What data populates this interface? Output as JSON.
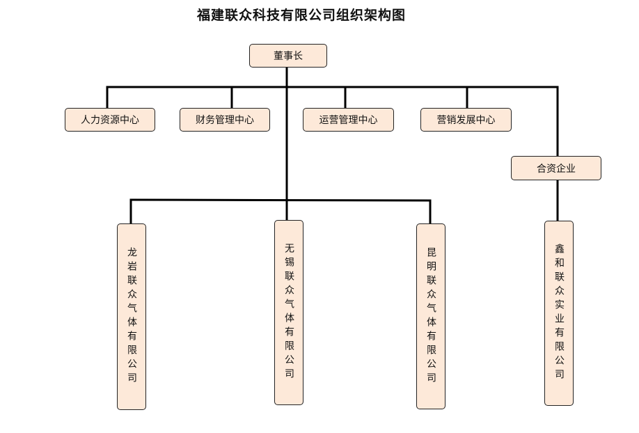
{
  "title": "福建联众科技有限公司组织架构图",
  "colors": {
    "node_fill": "#fde9d9",
    "node_border": "#222222",
    "line": "#000000"
  },
  "nodes": {
    "chairman": "董事长",
    "departments": [
      "人力资源中心",
      "财务管理中心",
      "运营管理中心",
      "营销发展中心"
    ],
    "joint_venture": "合资企业",
    "subsidiaries": [
      "龙岩联众气体有限公司",
      "无锡联众气体有限公司",
      "昆明联众气体有限公司"
    ],
    "jv_company": "鑫和联众实业有限公司"
  }
}
